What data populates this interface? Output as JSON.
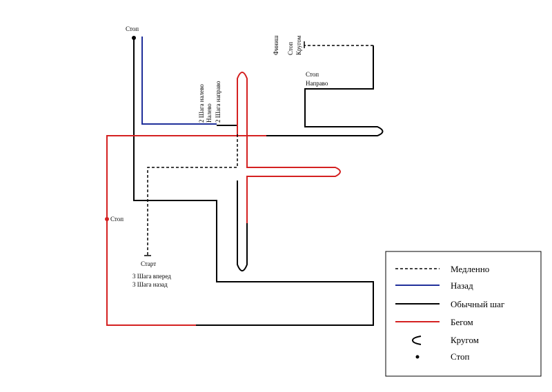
{
  "labels": {
    "stop_top": "Стоп",
    "stop_left": "Стоп",
    "start": "Старт",
    "steps_forward": "3 Шага вперед",
    "steps_back": "3 Шага назад",
    "two_left": "2 Шага налево",
    "left": "Налево",
    "two_right": "2 Шага направо",
    "finish": "Финиш",
    "stop_vert": "Стоп",
    "turn_vert": "Кругом",
    "stop_right": "Стоп",
    "right": "Направо"
  },
  "legend": {
    "slow": "Медленно",
    "back": "Назад",
    "normal": "Обычный шаг",
    "run": "Бегом",
    "turn": "Кругом",
    "stop": "Стоп"
  },
  "colors": {
    "normal": "#000000",
    "back": "#1f2f9a",
    "run": "#d42020",
    "slow": "#000000"
  }
}
